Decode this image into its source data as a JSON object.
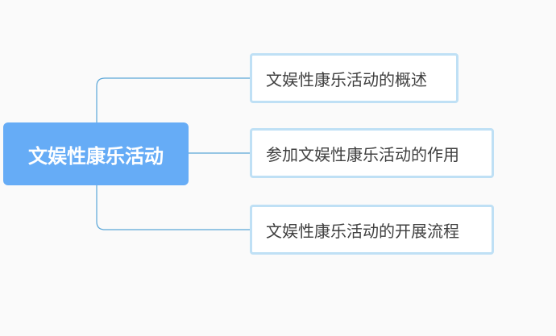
{
  "mindmap": {
    "root": {
      "label": "文娱性康乐活动"
    },
    "children": [
      {
        "label": "文娱性康乐活动的概述"
      },
      {
        "label": "参加文娱性康乐活动的作用"
      },
      {
        "label": "文娱性康乐活动的开展流程"
      }
    ]
  },
  "colors": {
    "background": "#fafafa",
    "root_fill": "#66acf6",
    "child_border": "#bfe0f5",
    "connector": "#5aa6d8",
    "child_text": "#404040"
  }
}
